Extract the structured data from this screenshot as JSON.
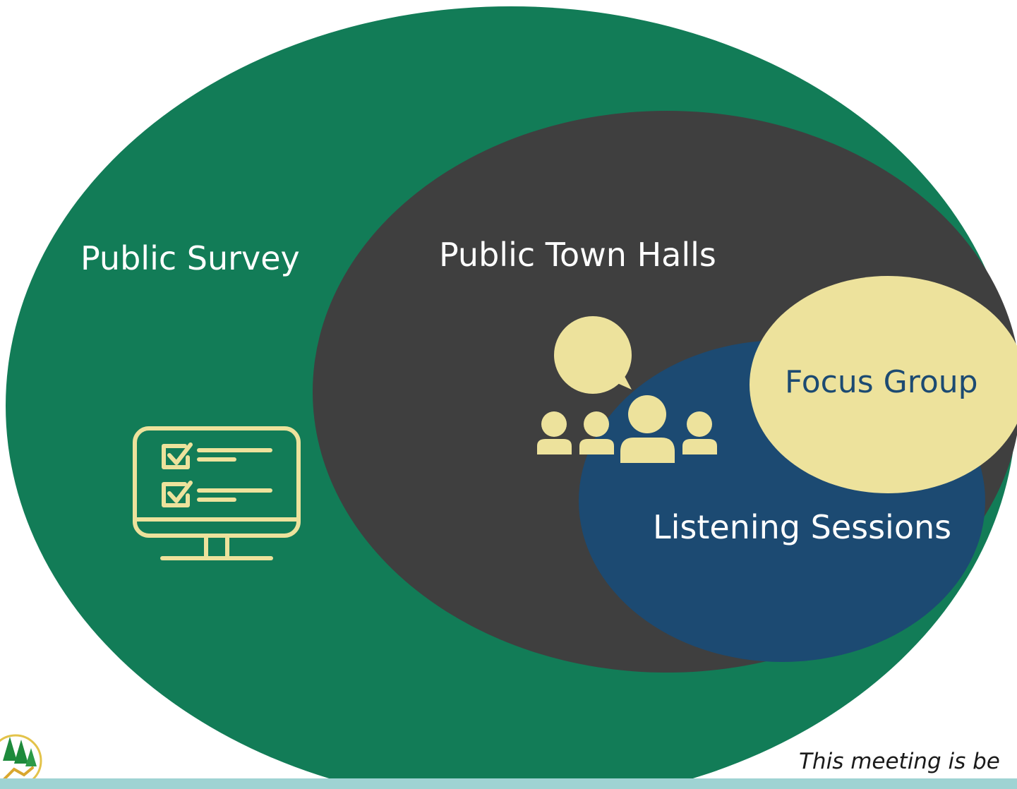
{
  "diagram": {
    "public_survey": {
      "label": "Public Survey",
      "icon": "survey-checklist-monitor-icon",
      "color": "#127c57"
    },
    "public_town_halls": {
      "label": "Public Town Halls",
      "icon": "people-speech-bubble-icon",
      "color": "#3f3f3f"
    },
    "listening_sessions": {
      "label": "Listening Sessions",
      "color": "#1c4a72"
    },
    "focus_group": {
      "label": "Focus Group",
      "color": "#ede29c"
    }
  },
  "colors": {
    "label_light": "#ffffff",
    "label_dark": "#1c4a72",
    "icon": "#ede29c",
    "footer_bar": "#9fd3d3"
  },
  "footer": {
    "note": "This meeting is be",
    "logo_icon": "trees-deer-logo"
  }
}
